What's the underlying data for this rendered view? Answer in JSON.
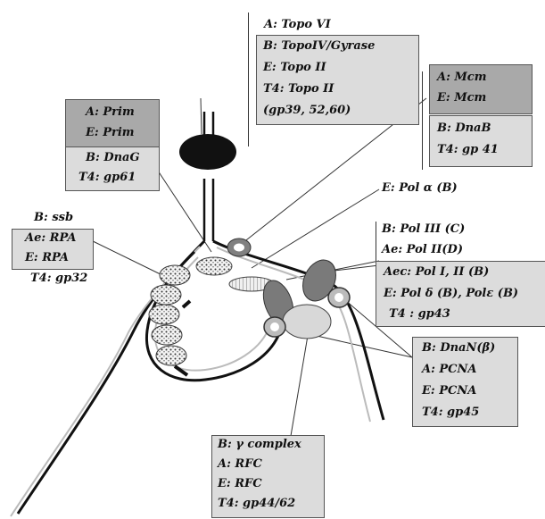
{
  "topo": {
    "line1": "A: Topo VI",
    "line2": "B: TopoIV/Gyrase",
    "line3": "E: Topo II",
    "line4": "T4: Topo II",
    "line5": "(gp39, 52,60)"
  },
  "mcm": {
    "line1": "A: Mcm",
    "line2": "E: Mcm"
  },
  "dnab": {
    "line1": "B: DnaB",
    "line2": "T4: gp 41"
  },
  "prim": {
    "line1": "A: Prim",
    "line2": "E: Prim"
  },
  "dnag": {
    "line1": "B: DnaG",
    "line2": "T4: gp61"
  },
  "pol_alpha": {
    "label": "E: Pol α (B)"
  },
  "ssb": {
    "line1": "B: ssb",
    "line2": "Ae: RPA",
    "line3": "E:  RPA",
    "line4": "T4: gp32"
  },
  "pol": {
    "line1": "B: Pol  III (C)",
    "line2": "Ae: Pol II(D)",
    "line3": "Aec: Pol I, II (B)",
    "line4": "E: Pol δ (B), Polε (B)",
    "line5": "T4 : gp43"
  },
  "dnan": {
    "line1": "B: DnaN(β)",
    "line2": "A: PCNA",
    "line3": "E: PCNA",
    "line4": "T4: gp45"
  },
  "gamma": {
    "line1": "B: γ complex",
    "line2": "A: RFC",
    "line3": "E: RFC",
    "line4": "T4: gp44/62"
  },
  "colors": {
    "dark_box": "#a9a9a9",
    "light_box": "#dcdcdc",
    "strand": "#111111",
    "helicase": "#808080"
  }
}
